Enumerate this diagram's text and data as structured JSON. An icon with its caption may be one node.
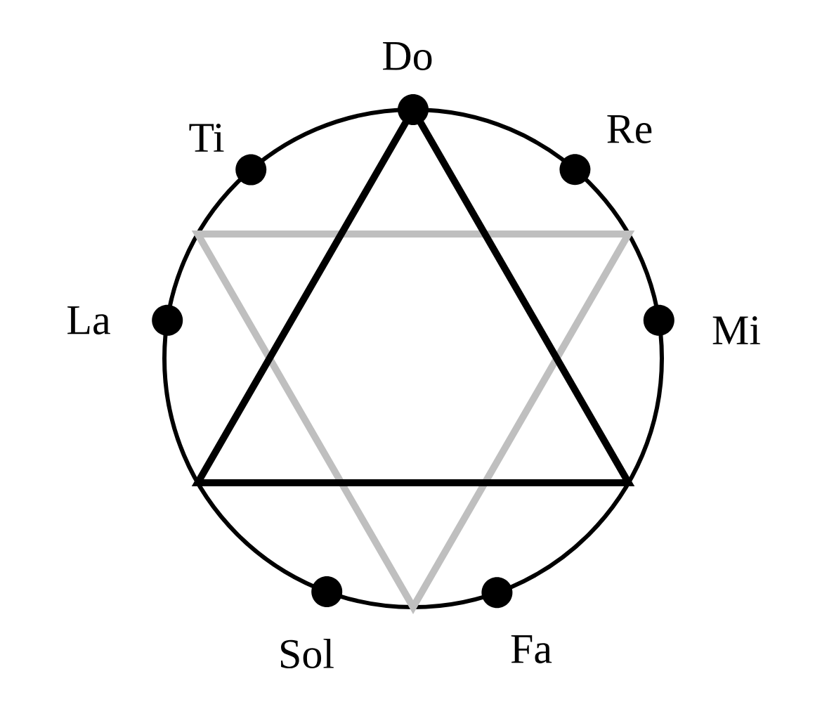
{
  "diagram": {
    "nodes": [
      {
        "text": [
          "Do"
        ]
      },
      {
        "text": [
          "Re"
        ]
      },
      {
        "text": [
          "Mi"
        ]
      },
      {
        "text": [
          "Fa"
        ]
      },
      {
        "text": [
          "Sol"
        ]
      },
      {
        "text": [
          "La"
        ]
      },
      {
        "text": [
          "Ti"
        ]
      }
    ]
  }
}
